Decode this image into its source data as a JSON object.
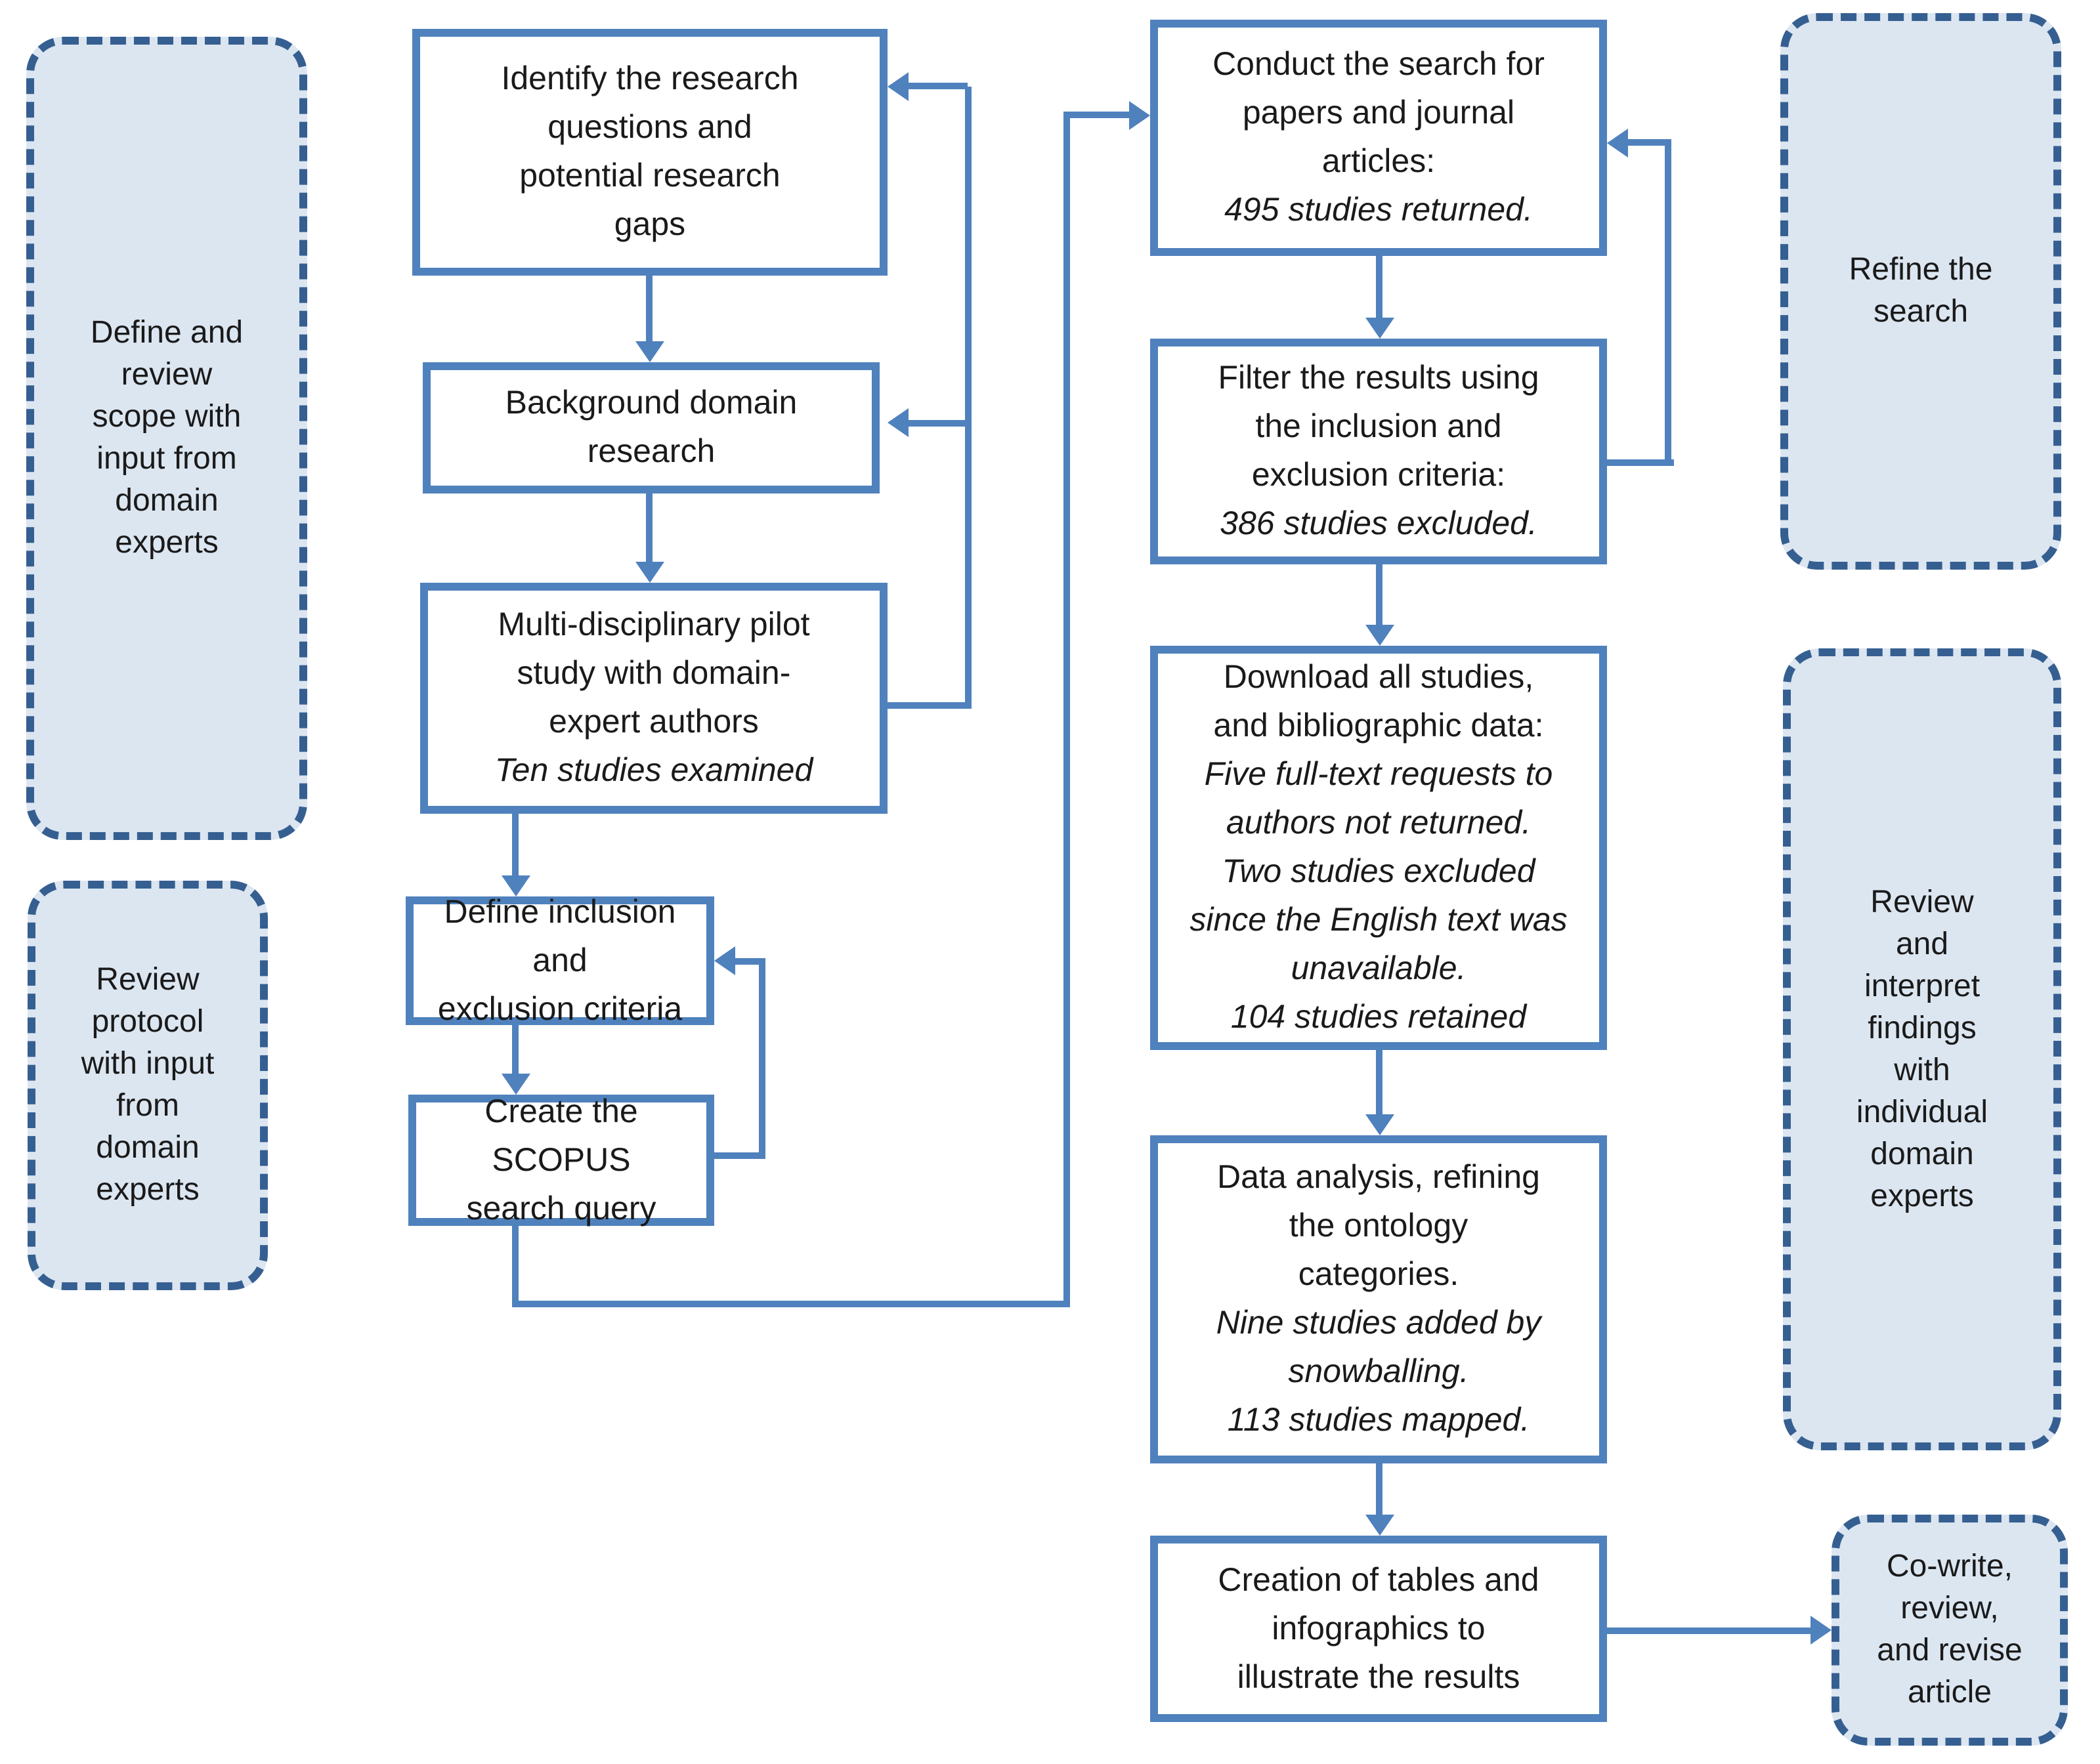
{
  "colors": {
    "accent": "#4f81bd",
    "note_border": "#365f91",
    "note_fill": "#dce6f1",
    "text": "#1a1a1a",
    "background": "#ffffff"
  },
  "side_notes": {
    "define_scope": "Define and\nreview\nscope with\ninput from\ndomain\nexperts",
    "review_protocol": "Review\nprotocol\nwith input\nfrom\ndomain\nexperts",
    "refine_search": "Refine the\nsearch",
    "review_findings": "Review\nand\ninterpret\nfindings\nwith\nindividual\ndomain\nexperts",
    "cowrite": "Co-write,\nreview,\nand revise\narticle"
  },
  "planning_flow": {
    "identify": {
      "label": "Identify the research\nquestions and\npotential research\ngaps"
    },
    "background": {
      "label": "Background domain\nresearch"
    },
    "pilot": {
      "label": "Multi-disciplinary pilot\nstudy with domain-\nexpert authors",
      "note": "Ten studies examined"
    },
    "criteria": {
      "label": "Define inclusion and\nexclusion criteria"
    },
    "scopus": {
      "label": "Create the SCOPUS\nsearch query"
    }
  },
  "execution_flow": {
    "conduct": {
      "label": "Conduct the search for\npapers and journal\narticles:",
      "note": "495 studies returned."
    },
    "filter": {
      "label": "Filter the results using\nthe inclusion and\nexclusion criteria:",
      "note": "386 studies excluded."
    },
    "download": {
      "label": "Download all studies,\nand bibliographic data:",
      "note": "Five full-text requests to\nauthors not returned.\nTwo studies excluded\nsince the English text was\nunavailable.\n104 studies retained"
    },
    "analysis": {
      "label": "Data analysis, refining\nthe ontology\ncategories.",
      "note": "Nine studies added by\nsnowballing.\n113 studies mapped."
    },
    "tables": {
      "label": "Creation of tables and\ninfographics to\nillustrate the results"
    }
  }
}
